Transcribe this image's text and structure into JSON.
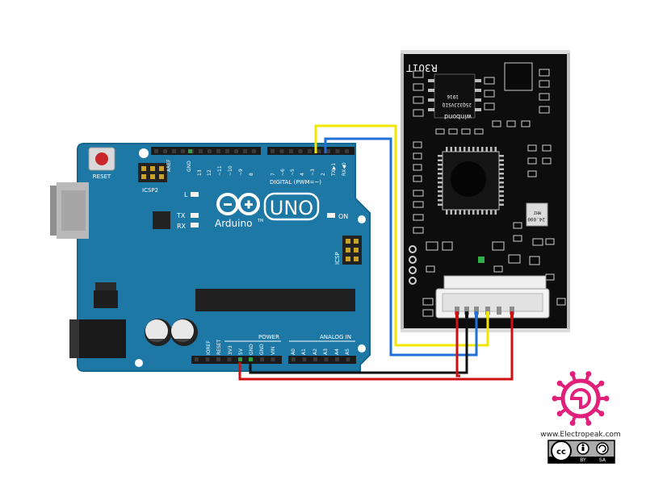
{
  "arduino": {
    "reset_label": "RESET",
    "icsp2_label": "ICSP2",
    "icsp_label": "ICSP",
    "aref_label": "AREF",
    "gnd_label": "GND",
    "digital_pin_labels": [
      "13",
      "12",
      "~11",
      "~10",
      "~9",
      "8",
      "7",
      "~6",
      "~5",
      "4",
      "~3",
      "2",
      "TX▶1",
      "RX◀0"
    ],
    "digital_header_label": "DIGITAL (PWM=~)",
    "led_l_label": "L",
    "led_tx_label": "TX",
    "led_rx_label": "RX",
    "on_label": "ON",
    "brand_label": "Arduino",
    "tm_label": "TM",
    "model_label": "UNO",
    "power_header_label": "POWER",
    "analog_header_label": "ANALOG IN",
    "power_pin_labels": [
      "IOREF",
      "RESET",
      "3V3",
      "5V",
      "GND",
      "GND",
      "VIN"
    ],
    "analog_pin_labels": [
      "A0",
      "A1",
      "A2",
      "A3",
      "A4",
      "A5"
    ]
  },
  "sensor": {
    "model_label": "R301T",
    "flash_brand": "winbond",
    "flash_part": "25Q32JVSIQ",
    "flash_code": "1916",
    "crystal_label": "24.000",
    "crystal_sub": "MHZ"
  },
  "wires": {
    "yellow_color": "#f2e600",
    "blue_color": "#1f6fd6",
    "red_color": "#d01010",
    "black_color": "#111111"
  },
  "branding": {
    "website": "www.Electropeak.com",
    "logo_color": "#e0207a",
    "license_cc": "cc",
    "license_by": "BY",
    "license_sa": "SA"
  }
}
